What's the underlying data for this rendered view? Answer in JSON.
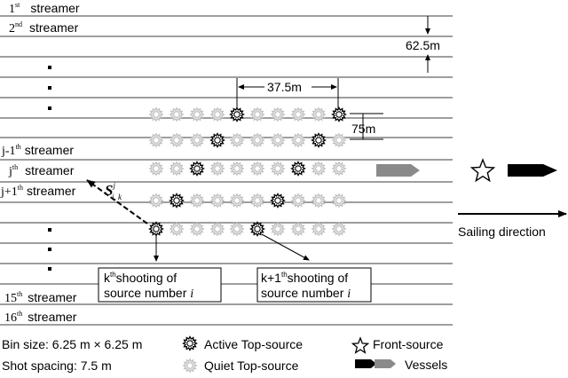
{
  "colors": {
    "line": "#9e9e9e",
    "vessel_dark": "#000000",
    "vessel_gray": "#8a8a8a",
    "quiet_source": "#bdbdbd",
    "active_source": "#000000"
  },
  "streamers": [
    {
      "num": "1",
      "sup": "st",
      "word": "streamer"
    },
    {
      "num": "2",
      "sup": "nd",
      "word": "streamer"
    },
    {
      "num": "j-1",
      "sup": "th",
      "word": "streamer"
    },
    {
      "num": "j",
      "sup": "th",
      "word": "streamer"
    },
    {
      "num": "j+1",
      "sup": "th",
      "word": "streamer"
    },
    {
      "num": "15",
      "sup": "th",
      "word": "streamer"
    },
    {
      "num": "16",
      "sup": "th",
      "word": "streamer"
    }
  ],
  "dims": {
    "streamer_spacing": "62.5m",
    "source_spacing": "37.5m",
    "row_spacing": "75m"
  },
  "annotations": {
    "s_symbol": "S",
    "s_sup": "j",
    "s_sub": "i, k",
    "kth": {
      "num": "k",
      "sup": "th",
      "line1": "shooting of",
      "line2_prefix": "source number ",
      "line2_var": "i"
    },
    "k1th": {
      "num": "k+1",
      "sup": "th",
      "line1": "shooting of",
      "line2_prefix": "source number ",
      "line2_var": "i"
    },
    "sailing": "Sailing direction"
  },
  "legend": {
    "bin_size": "Bin size: 6.25 m × 6.25 m",
    "shot_spacing": "Shot spacing: 7.5 m",
    "active": "Active Top-source",
    "quiet": "Quiet Top-source",
    "front": "Front-source",
    "vessels": "Vessels"
  }
}
